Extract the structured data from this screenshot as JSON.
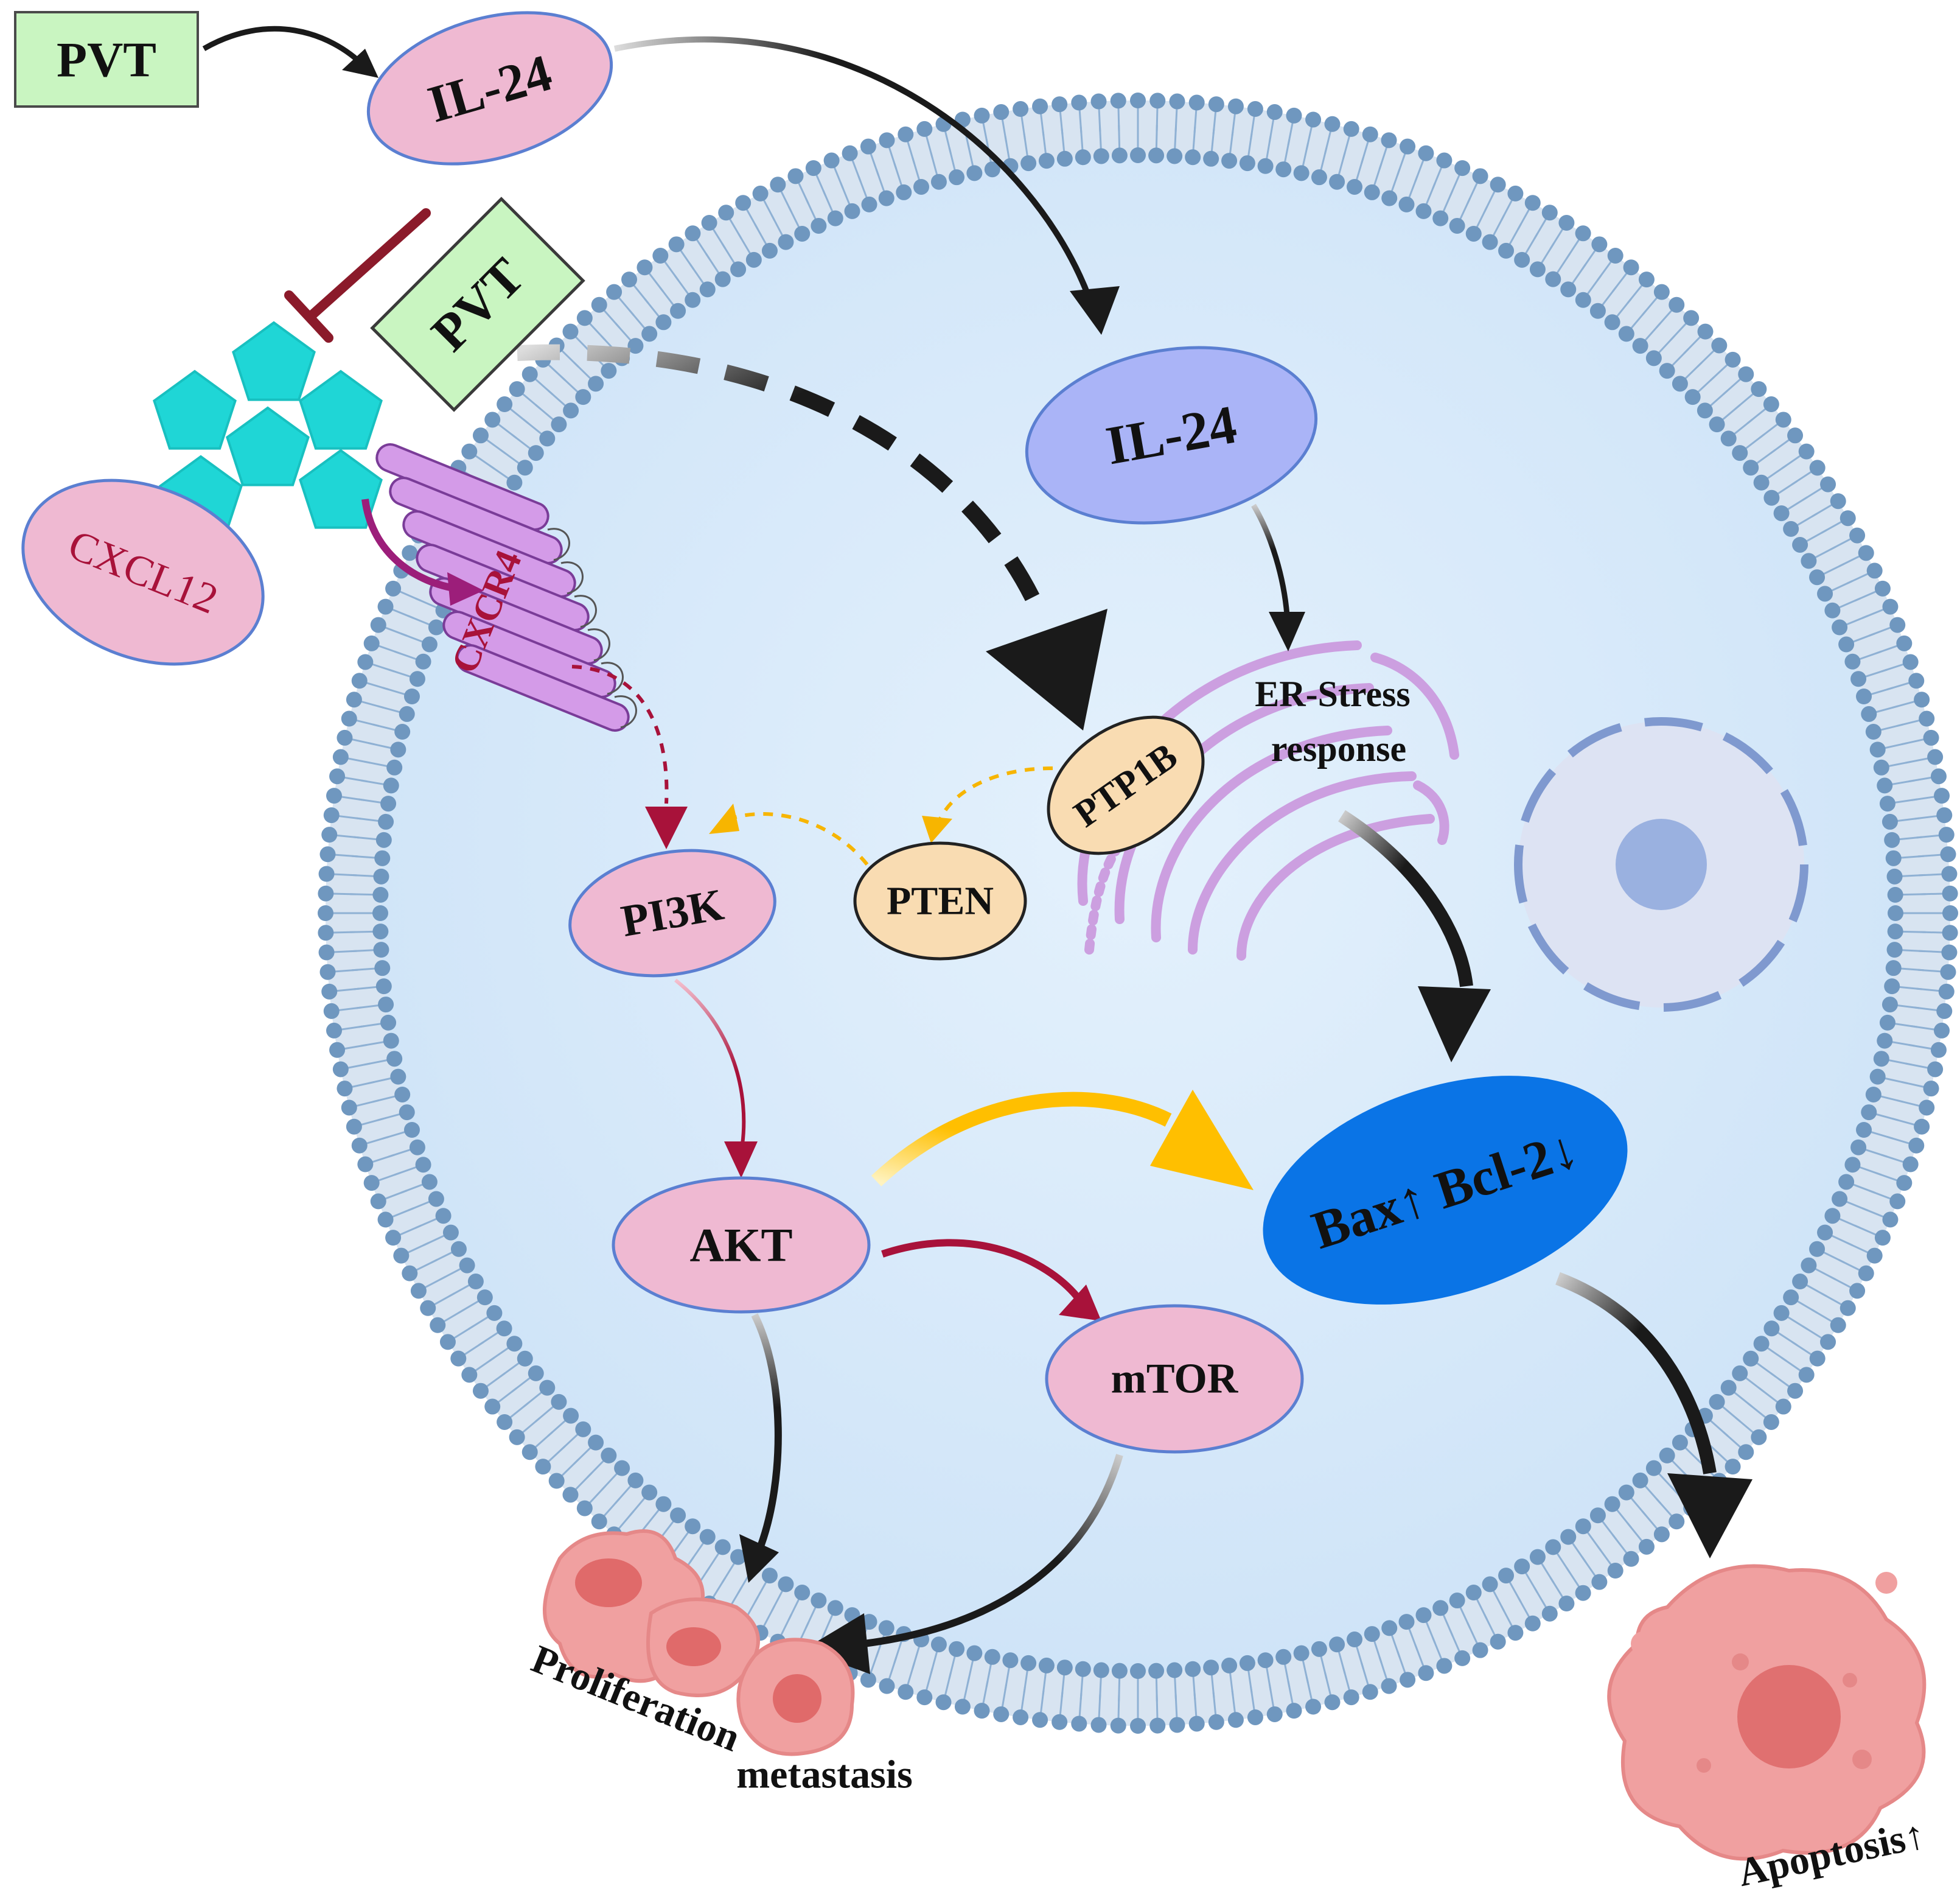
{
  "labels": {
    "pvt_top": "PVT",
    "il24_outer": "IL-24",
    "pvt_rotated": "PVT",
    "cxcl12": "CXCL12",
    "cxcr4": "CXCR4",
    "il24_inner": "IL-24",
    "er_stress": "ER-Stress",
    "er_response": "response",
    "ptp1b": "PTP1B",
    "pten": "PTEN",
    "pi3k": "PI3K",
    "akt": "AKT",
    "mtor": "mTOR",
    "bax_bcl2": "Bax↑ Bcl-2↓",
    "proliferation": "Proliferation",
    "metastasis": "metastasis",
    "apoptosis": "Apoptosis↑"
  },
  "colors": {
    "cytoplasm": "#dcecfb",
    "membrane_head": "#6f97bf",
    "pink_node": "#efb9d2",
    "green_box": "#c9f5c1",
    "purple_node": "#aab4f7",
    "pten_node": "#f9dcb2",
    "bax_node": "#0a74e6",
    "cxcl12_ligand": "#1fd6d6",
    "receptor": "#d49be8",
    "golgi": "#cc9fe0",
    "nucleus": "#9ab1e0",
    "arrow_black": "#1a1a1a",
    "arrow_red": "#a8123a",
    "arrow_yellow": "#ffbf00",
    "inhibit": "#8b1a2a",
    "tumor_cell": "#f0a0a0"
  }
}
